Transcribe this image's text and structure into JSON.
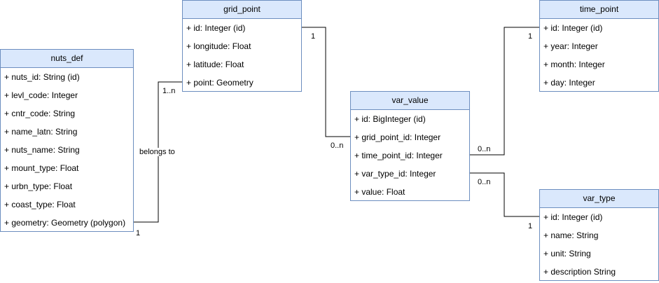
{
  "entities": {
    "nuts_def": {
      "name": "nuts_def",
      "attributes": [
        "+ nuts_id: String (id)",
        "+ levl_code: Integer",
        "+ cntr_code: String",
        "+ name_latn: String",
        "+ nuts_name: String",
        "+ mount_type: Float",
        "+ urbn_type: Float",
        "+ coast_type: Float",
        "+ geometry: Geometry (polygon)"
      ]
    },
    "grid_point": {
      "name": "grid_point",
      "attributes": [
        "+ id: Integer (id)",
        "+ longitude: Float",
        "+ latitude: Float",
        "+ point: Geometry"
      ]
    },
    "var_value": {
      "name": "var_value",
      "attributes": [
        "+ id: BigInteger (id)",
        "+ grid_point_id: Integer",
        "+ time_point_id: Integer",
        "+ var_type_id: Integer",
        "+ value: Float"
      ]
    },
    "time_point": {
      "name": "time_point",
      "attributes": [
        "+ id: Integer (id)",
        "+ year: Integer",
        "+ month: Integer",
        "+ day: Integer"
      ]
    },
    "var_type": {
      "name": "var_type",
      "attributes": [
        "+ id: Integer (id)",
        "+ name: String",
        "+ unit: String",
        "+ description String"
      ]
    }
  },
  "relations": {
    "nuts_grid": {
      "label": "belongs to",
      "source_multiplicity": "1",
      "target_multiplicity": "1..n"
    },
    "grid_value": {
      "source_multiplicity": "1",
      "target_multiplicity": "0..n"
    },
    "time_value": {
      "source_multiplicity": "1",
      "target_multiplicity": "0..n"
    },
    "type_value": {
      "source_multiplicity": "1",
      "target_multiplicity": "0..n"
    }
  },
  "colors": {
    "header_fill": "#dae8fc",
    "border": "#6c8ebf",
    "body_fill": "#ffffff",
    "edge": "#000000"
  }
}
